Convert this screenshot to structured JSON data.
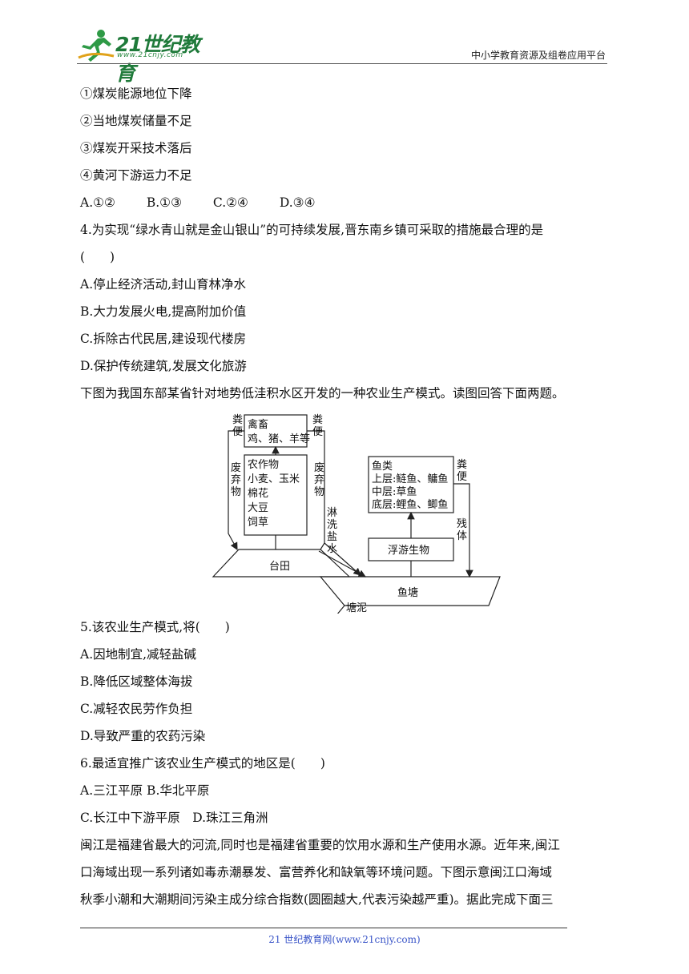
{
  "header": {
    "logo_text": "21世纪教育",
    "logo_url": "www.21cnjy.com",
    "right_text": "中小学教育资源及组卷应用平台"
  },
  "body": {
    "opt1": "①煤炭能源地位下降",
    "opt2": "②当地煤炭储量不足",
    "opt3": "③煤炭开采技术落后",
    "opt4": "④黄河下游运力不足",
    "q3_choices": [
      "A.①②",
      "B.①③",
      "C.②④",
      "D.③④"
    ],
    "q4_stem": "4.为实现“绿水青山就是金山银山”的可持续发展,晋东南乡镇可采取的措施最合理的是",
    "q4_paren": "(　　)",
    "q4_a": "A.停止经济活动,封山育林净水",
    "q4_b": "B.大力发展火电,提高附加价值",
    "q4_c": "C.拆除古代民居,建设现代楼房",
    "q4_d": "D.保护传统建筑,发展文化旅游",
    "intro": "下图为我国东部某省针对地势低洼积水区开发的一种农业生产模式。读图回答下面两题。",
    "q5_stem": "5.该农业生产模式,将(　　)",
    "q5_a": "A.因地制宜,减轻盐碱",
    "q5_b": "B.降低区域整体海拔",
    "q5_c": "C.减轻农民劳作负担",
    "q5_d": "D.导致严重的农药污染",
    "q6_stem": "6.最适宜推广该农业生产模式的地区是(　　)",
    "q6_ab": "A.三江平原 B.华北平原",
    "q6_cd": "C.长江中下游平原　D.珠江三角洲",
    "para1": "闽江是福建省最大的河流,同时也是福建省重要的饮用水源和生产使用水源。近年来,闽江",
    "para2": "口海域出现一系列诸如毒赤潮暴发、富营养化和缺氧等环境问题。下图示意闽江口海域",
    "para3": "秋季小潮和大潮期间污染主成分综合指数(圆圈越大,代表污染越严重)。据此完成下面三"
  },
  "diagram": {
    "manure": "粪便",
    "livestock_title": "禽畜",
    "livestock_items": "鸡、猪、羊等",
    "waste": "废弃物",
    "crops_1": "农作物",
    "crops_2": "小麦、玉米",
    "crops_3": "棉花",
    "crops_4": "大豆",
    "crops_5": "饲草",
    "leach_salt_water": "淋洗盐水",
    "fish_1": "鱼类",
    "fish_2": "上层:鲢鱼、鳙鱼",
    "fish_3": "中层:草鱼",
    "fish_4": "底层:鲤鱼、鲫鱼",
    "residue": "残体",
    "plankton": "浮游生物",
    "terrace_field": "台田",
    "fish_pond": "鱼塘",
    "pond_mud": "塘泥"
  },
  "footer": {
    "text": "21 世纪教育网(www.21cnjy.com)"
  }
}
